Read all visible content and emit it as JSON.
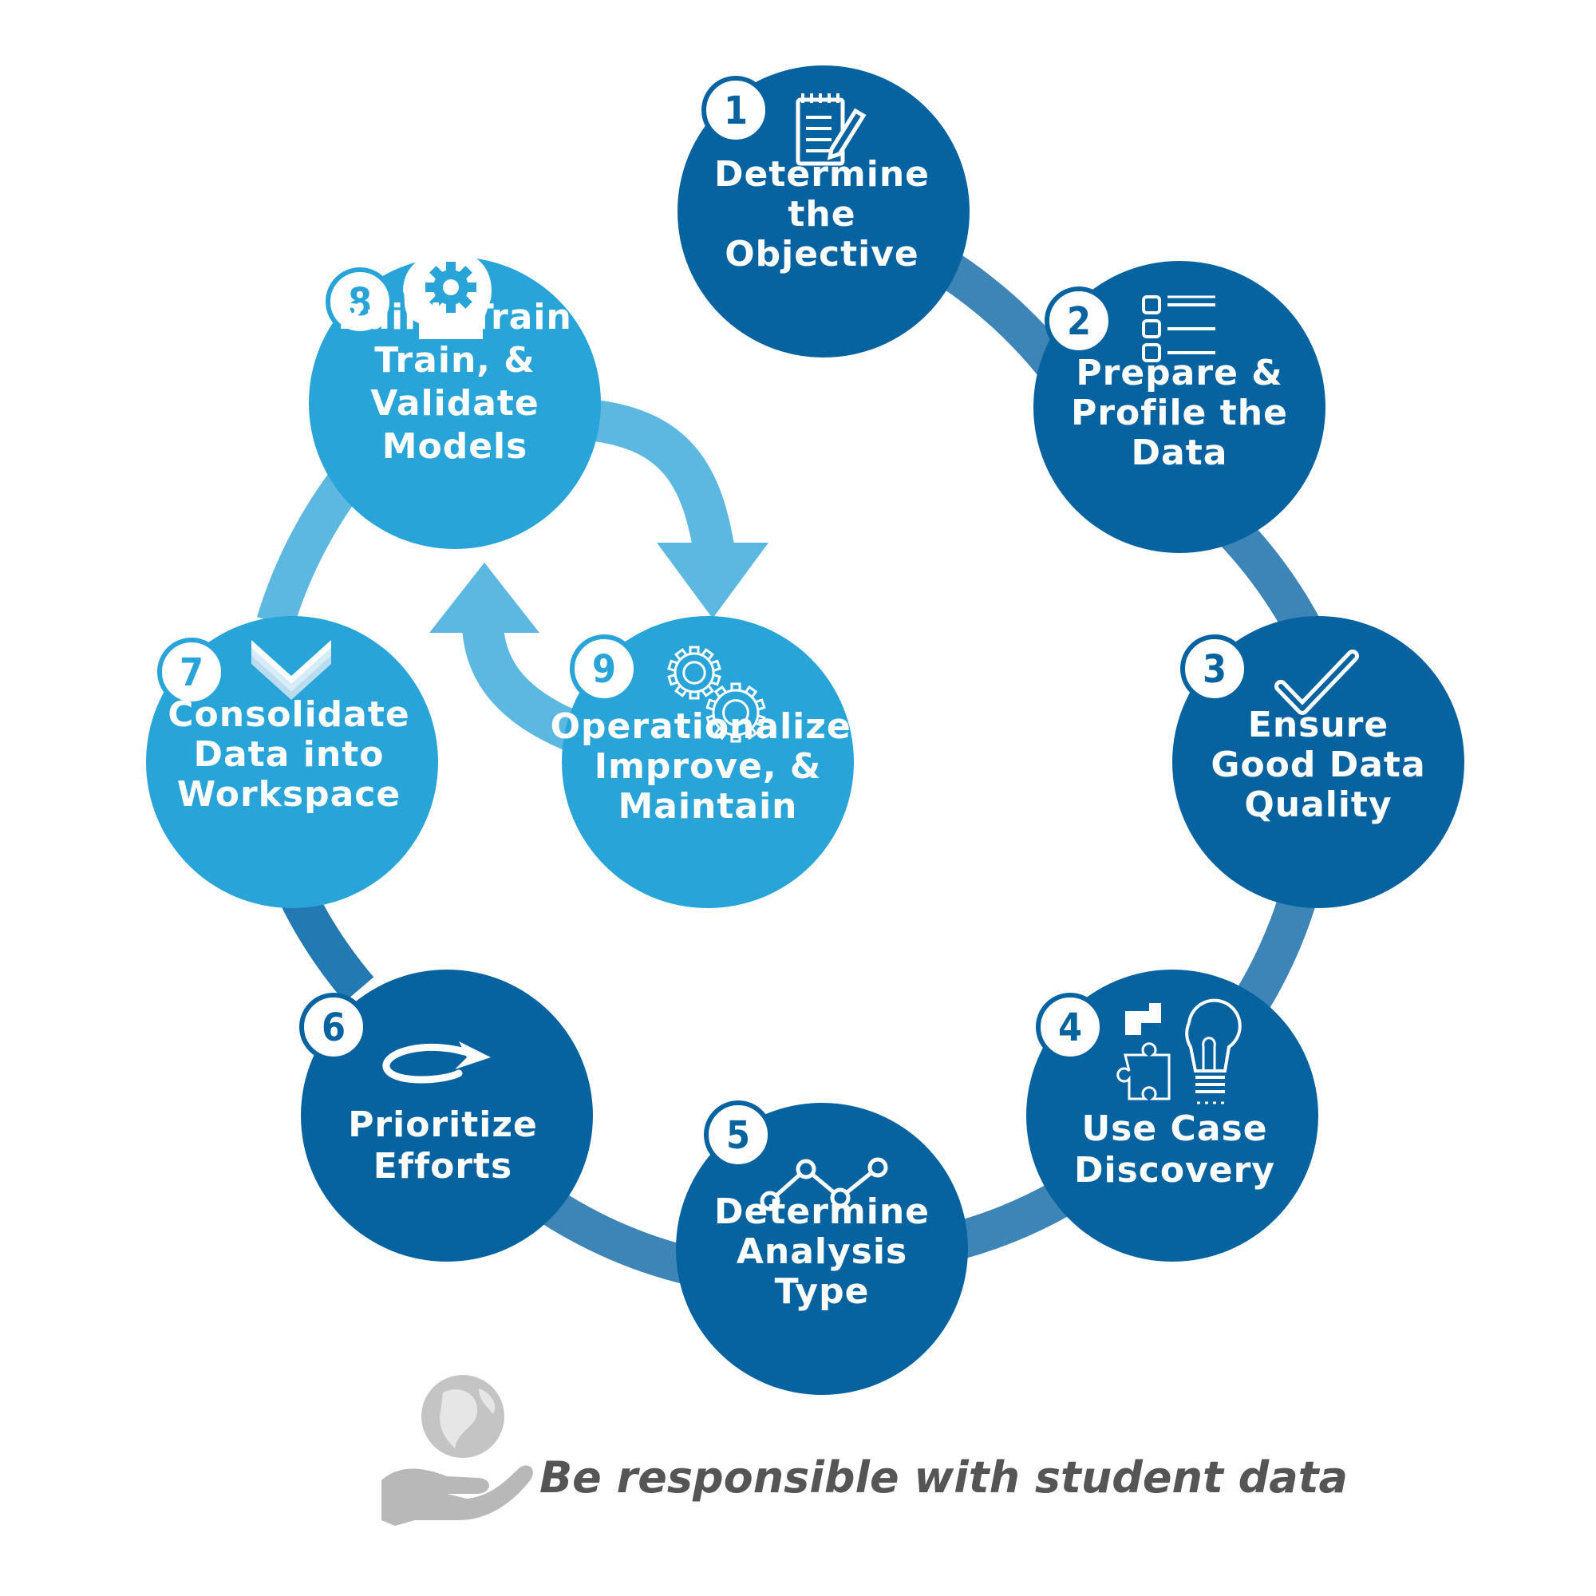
{
  "colors": {
    "dark_blue": "#0763a0",
    "light_blue": "#28a4d8",
    "ring_dark": "#3d85b6",
    "ring_light": "#5cb8e0",
    "footer_text": "#555555",
    "footer_icon": "#b8b8b8"
  },
  "steps": [
    {
      "number": "1",
      "icon": "notepad-pencil-icon",
      "lines": [
        "Determine",
        "the",
        "Objective"
      ]
    },
    {
      "number": "2",
      "icon": "checklist-icon",
      "lines": [
        "Prepare &",
        "Profile the",
        "Data"
      ]
    },
    {
      "number": "3",
      "icon": "checkmark-icon",
      "lines": [
        "Ensure",
        "Good Data",
        "Quality"
      ]
    },
    {
      "number": "4",
      "icon": "puzzle-lightbulb-icon",
      "lines": [
        "Use Case",
        "Discovery"
      ]
    },
    {
      "number": "5",
      "icon": "line-graph-icon",
      "lines": [
        "Determine",
        "Analysis",
        "Type"
      ]
    },
    {
      "number": "6",
      "icon": "curved-arrow-icon",
      "lines": [
        "Prioritize",
        "Efforts"
      ]
    },
    {
      "number": "7",
      "icon": "stacked-chevrons-icon",
      "lines": [
        "Consolidate",
        "Data into",
        "Workspace"
      ]
    },
    {
      "number": "8",
      "icon": "head-gear-icon",
      "lines": [
        "Build, Train",
        "Train, &",
        "Validate",
        "Models"
      ]
    },
    {
      "number": "9",
      "icon": "gears-icon",
      "lines": [
        "Operationalize,",
        "Improve, &",
        "Maintain"
      ]
    }
  ],
  "footer": {
    "icon": "hand-holding-globe-icon",
    "text": "Be responsible with student data"
  }
}
